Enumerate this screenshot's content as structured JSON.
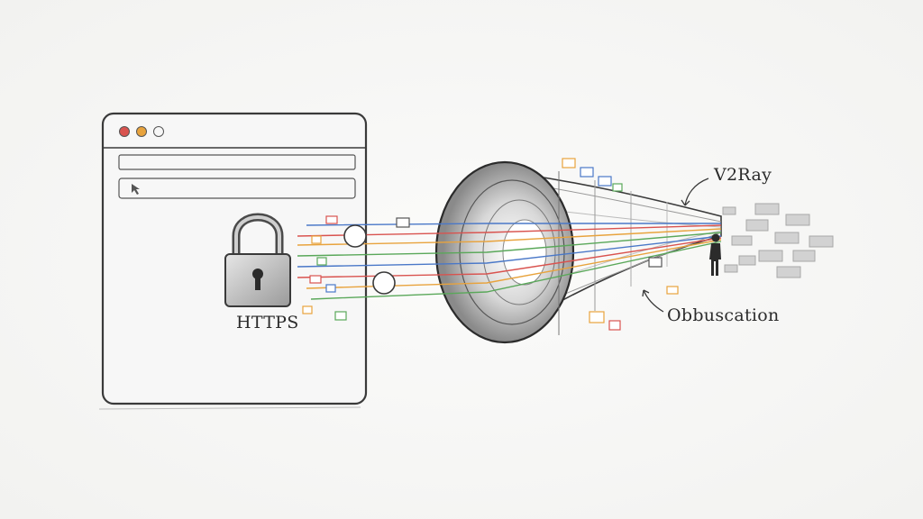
{
  "labels": {
    "https": "HTTPS",
    "v2ray": "V2Ray",
    "obfuscation": "Obbuscation"
  },
  "icons": {
    "browser": "browser-window-icon",
    "lock": "padlock-icon",
    "tunnel": "tunnel-cone-icon",
    "person": "person-icon",
    "packets": "data-packet-icon",
    "blocks": "noise-block-icon"
  },
  "colors": {
    "ink": "#2b2b2b",
    "dot_red": "#d9534f",
    "dot_orange": "#e8a33d",
    "stream_red": "#d9534f",
    "stream_orange": "#e8a33d",
    "stream_green": "#5aa85a",
    "stream_blue": "#4a78c8",
    "block_gray": "#cfcfcf"
  }
}
